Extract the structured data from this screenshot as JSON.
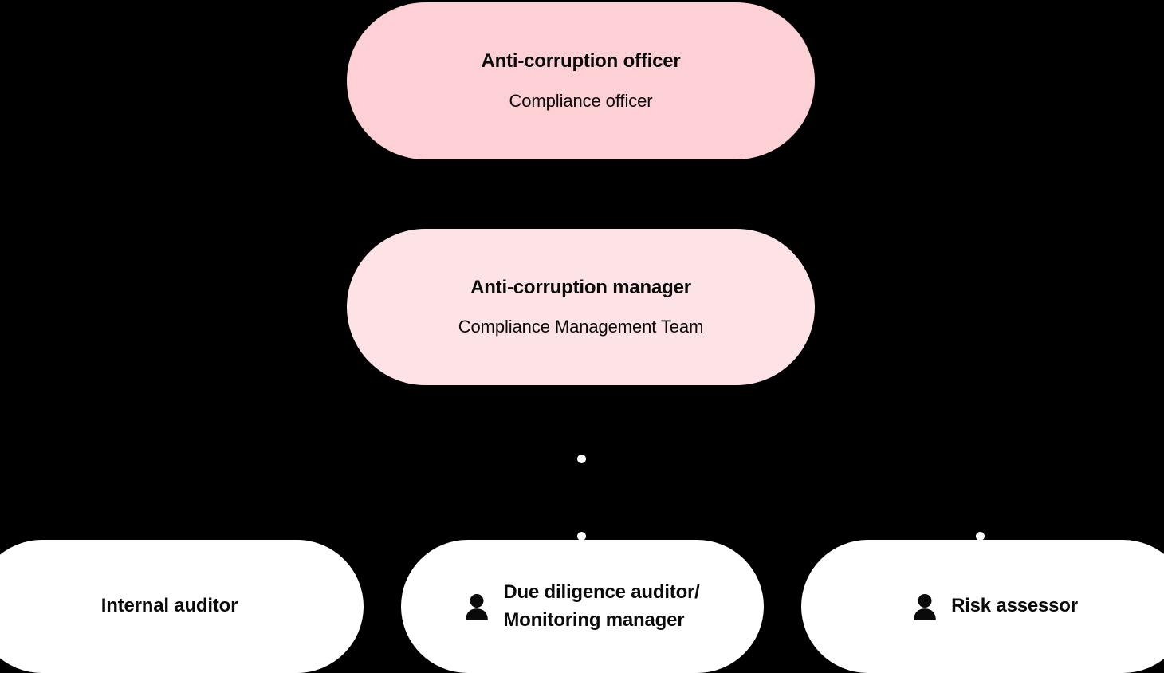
{
  "diagram": {
    "type": "org-chart",
    "background_color": "#000000",
    "levels": [
      {
        "level": 1,
        "nodes": [
          {
            "id": "anti-corruption-officer",
            "title": "Anti-corruption officer",
            "subtitle": "Compliance officer",
            "fill_color": "#FCD0D4",
            "text_color": "#0A0A0A",
            "icon": null
          }
        ]
      },
      {
        "level": 2,
        "nodes": [
          {
            "id": "anti-corruption-manager",
            "title": "Anti-corruption manager",
            "subtitle": "Compliance Management Team",
            "fill_color": "#FDE3E5",
            "text_color": "#0A0A0A",
            "icon": null
          }
        ]
      },
      {
        "level": 3,
        "nodes": [
          {
            "id": "internal-auditor",
            "title": "Internal auditor",
            "subtitle": null,
            "fill_color": "#FFFFFF",
            "text_color": "#0A0A0A",
            "icon": null
          },
          {
            "id": "due-diligence-auditor",
            "title_line_1": "Due diligence auditor/",
            "title_line_2": "Monitoring manager",
            "subtitle": null,
            "fill_color": "#FFFFFF",
            "text_color": "#0A0A0A",
            "icon": "person-icon"
          },
          {
            "id": "risk-assessor",
            "title": "Risk assessor",
            "subtitle": null,
            "fill_color": "#FFFFFF",
            "text_color": "#0A0A0A",
            "icon": "person-icon"
          }
        ]
      }
    ],
    "connectors": [
      {
        "id": "manager-out",
        "shape": "dot",
        "color": "#FFFFFF"
      },
      {
        "id": "due-diligence-in",
        "shape": "dot",
        "color": "#FFFFFF"
      },
      {
        "id": "risk-assessor-in",
        "shape": "dot",
        "color": "#FFFFFF"
      }
    ]
  }
}
